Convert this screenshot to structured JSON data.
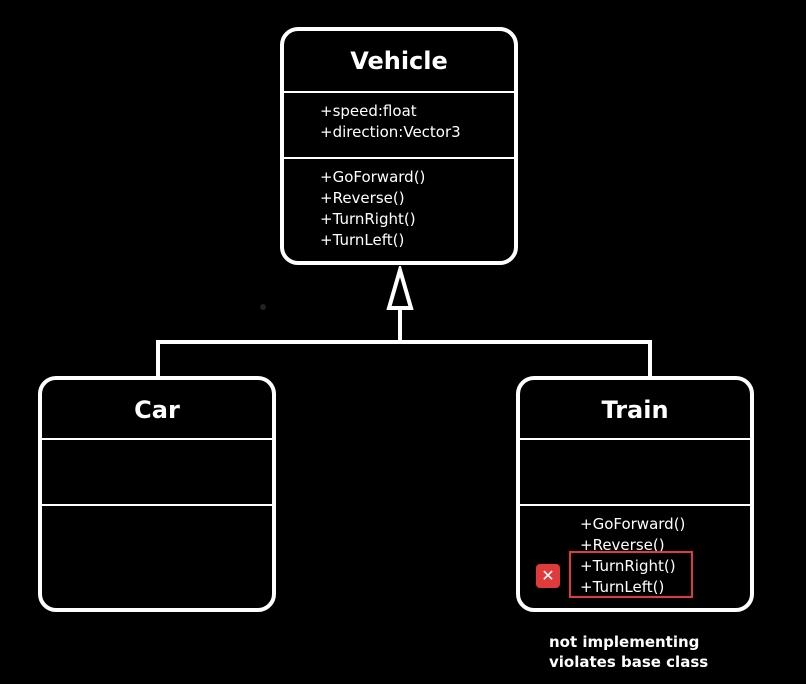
{
  "diagram": {
    "vehicle": {
      "name": "Vehicle",
      "attributes": [
        "+speed:float",
        "+direction:Vector3"
      ],
      "methods": [
        "+GoForward()",
        "+Reverse()",
        "+TurnRight()",
        "+TurnLeft()"
      ]
    },
    "car": {
      "name": "Car"
    },
    "train": {
      "name": "Train",
      "methods": [
        "+GoForward()",
        "+Reverse()",
        "+TurnRight()",
        "+TurnLeft()"
      ]
    },
    "annotation": {
      "badge": "✕",
      "note_line1": "not implementing",
      "note_line2": "violates base class"
    },
    "colors": {
      "line": "#ffffff",
      "warning": "#e03a3a",
      "background": "#000000"
    }
  }
}
